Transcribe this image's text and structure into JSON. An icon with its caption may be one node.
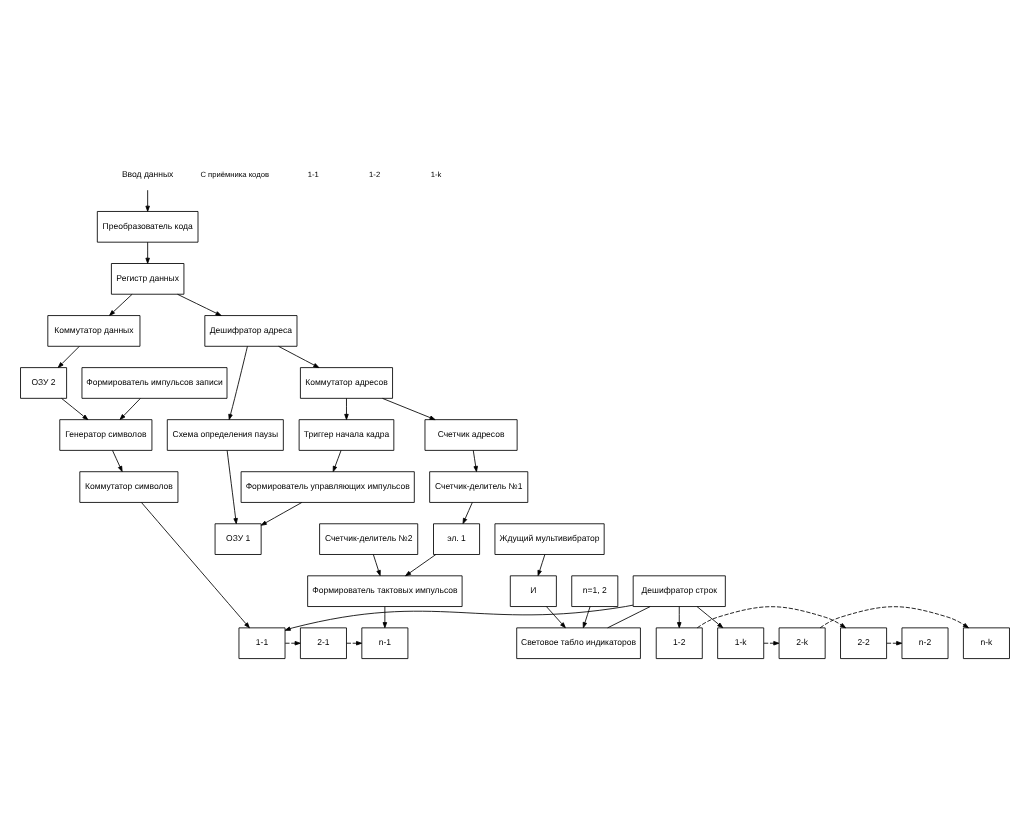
{
  "diagram": {
    "nodes": [
      {
        "text": [
          "Ввод данных"
        ]
      },
      {
        "text": [
          "Преобразователь кода"
        ]
      },
      {
        "text": [
          "Регистр данных"
        ]
      },
      {
        "text": [
          "Дешифратор адреса"
        ]
      },
      {
        "text": [
          "Коммутатор адресов"
        ]
      },
      {
        "text": [
          "Счетчик адресов"
        ]
      },
      {
        "text": [
          "Счетчик-делитель №1"
        ]
      },
      {
        "text": [
          "Ждущий мультивибратор"
        ]
      },
      {
        "text": [
          "Коммутатор данных"
        ]
      },
      {
        "text": [
          "Схема определения паузы"
        ]
      },
      {
        "text": [
          "Триггер начала кадра"
        ]
      },
      {
        "text": [
          "ОЗУ 2"
        ]
      },
      {
        "text": [
          "ОЗУ 1"
        ]
      },
      {
        "text": [
          "Формирователь управляющих импульсов"
        ]
      },
      {
        "text": [
          "эл. 1"
        ]
      },
      {
        "text": [
          "Формирователь импульсов записи"
        ]
      },
      {
        "text": [
          "Генератор символов"
        ]
      },
      {
        "text": [
          "Коммутатор символов"
        ]
      },
      {
        "text": [
          "n=1, 2"
        ]
      },
      {
        "text": [
          "И"
        ]
      },
      {
        "text": [
          "Световое табло индикаторов"
        ]
      },
      {
        "text": [
          "Дешифратор строк"
        ]
      },
      {
        "text": [
          "Счетчик-делитель №2"
        ]
      },
      {
        "text": [
          "Формирователь тактовых импульсов"
        ]
      },
      {
        "text": [
          "1-1"
        ]
      },
      {
        "text": [
          "2-1"
        ]
      },
      {
        "text": [
          "n-1"
        ]
      },
      {
        "text": [
          "1-2"
        ]
      },
      {
        "text": [
          "2-2"
        ]
      },
      {
        "text": [
          "n-2"
        ]
      },
      {
        "text": [
          "1-k"
        ]
      },
      {
        "text": [
          "2-k"
        ]
      },
      {
        "text": [
          "n-k"
        ]
      }
    ],
    "edges": [
      {
        "from": 0,
        "to": 1,
        "arrow": "to"
      },
      {
        "from": 1,
        "to": 2,
        "arrow": "to"
      },
      {
        "from": 2,
        "to": 3,
        "arrow": "to"
      },
      {
        "from": 2,
        "to": 8,
        "arrow": "to"
      },
      {
        "from": 3,
        "to": 4,
        "arrow": "to"
      },
      {
        "from": 4,
        "to": 5,
        "arrow": "to"
      },
      {
        "from": 5,
        "to": 6,
        "arrow": "to"
      },
      {
        "from": 3,
        "to": 9,
        "arrow": "to"
      },
      {
        "from": 4,
        "to": 10,
        "arrow": "to"
      },
      {
        "from": 8,
        "to": 11,
        "arrow": "to"
      },
      {
        "from": 10,
        "to": 13,
        "arrow": "to"
      },
      {
        "from": 13,
        "to": 12,
        "arrow": "to"
      },
      {
        "from": 9,
        "to": 12,
        "arrow": "to"
      },
      {
        "from": 6,
        "to": 14,
        "arrow": "to"
      },
      {
        "from": 11,
        "to": 16,
        "arrow": "to"
      },
      {
        "from": 15,
        "to": 16,
        "arrow": "to"
      },
      {
        "from": 16,
        "to": 17,
        "arrow": "to"
      },
      {
        "from": 7,
        "to": 19,
        "arrow": "to"
      },
      {
        "from": 18,
        "to": 20,
        "arrow": "to"
      },
      {
        "from": 19,
        "to": 20,
        "arrow": "to"
      },
      {
        "from": 21,
        "to": 20,
        "arrow": "none"
      },
      {
        "from": 14,
        "to": 23,
        "arrow": "to"
      },
      {
        "from": 22,
        "to": 23,
        "arrow": "to"
      },
      {
        "from": 17,
        "to": 24,
        "arrow": "to"
      },
      {
        "from": 24,
        "to": 25,
        "arrow": "to",
        "style": "dashed"
      },
      {
        "from": 25,
        "to": 26,
        "arrow": "to",
        "style": "dashed"
      },
      {
        "from": 27,
        "to": 28,
        "arrow": "to",
        "style": "dashed"
      },
      {
        "from": 28,
        "to": 29,
        "arrow": "to",
        "style": "dashed"
      },
      {
        "from": 30,
        "to": 31,
        "arrow": "to",
        "style": "dashed"
      },
      {
        "from": 31,
        "to": 32,
        "arrow": "to",
        "style": "dashed"
      },
      {
        "from": 21,
        "to": 24,
        "arrow": "to"
      },
      {
        "from": 21,
        "to": 27,
        "arrow": "to"
      },
      {
        "from": 21,
        "to": 30,
        "arrow": "to"
      },
      {
        "from": 23,
        "to": 26,
        "arrow": "to"
      }
    ],
    "labels": [
      "С приёмника кодов",
      "1-1",
      "1-2",
      "1-k"
    ]
  }
}
